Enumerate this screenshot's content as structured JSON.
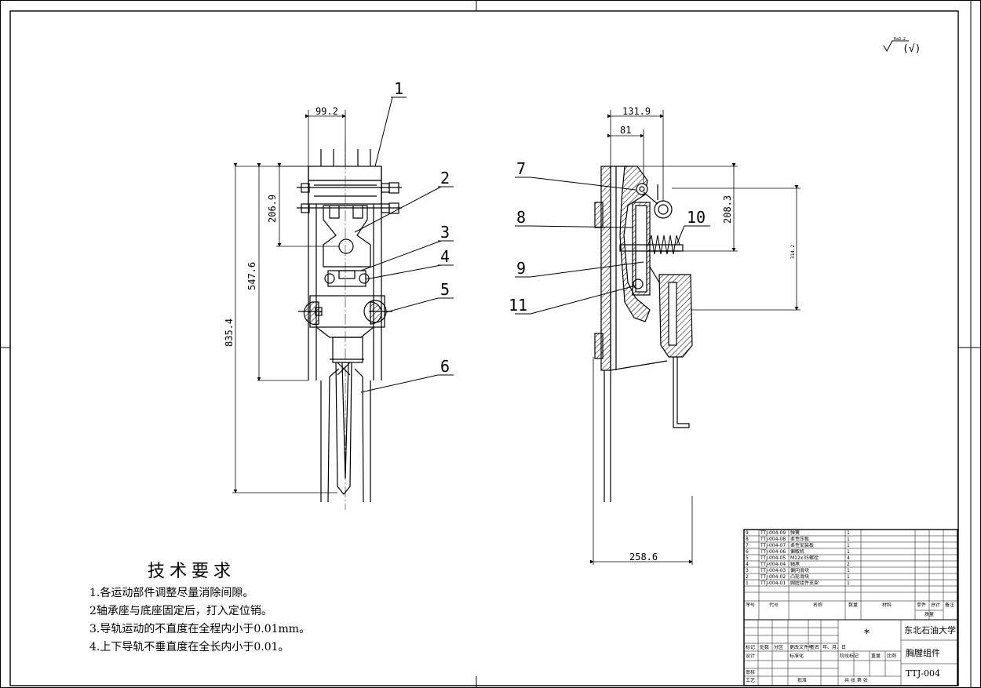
{
  "surface_symbol": "(√)",
  "surface_ra": "Ra3.2",
  "dimensions": {
    "d99": "99.2",
    "d206": "206.9",
    "d547": "547.6",
    "d835": "835.4",
    "d131": "131.9",
    "d81": "81",
    "d208": "208.3",
    "d314": "314.2",
    "d258": "258.6"
  },
  "balloons": [
    "1",
    "2",
    "3",
    "4",
    "5",
    "6",
    "7",
    "8",
    "9",
    "10",
    "11"
  ],
  "tech_requirements": {
    "title": "技术要求",
    "items": [
      "1.各运动部件调整尽量消除间隙。",
      "2轴承座与底座固定后，打入定位销。",
      "3.导轨运动的不直度在全程内小于0.01mm。",
      "4.上下导轨不垂直度在全长内小于0.01。"
    ]
  },
  "bom": {
    "rows": [
      {
        "no": "9",
        "code": "TTJ-004-09",
        "name": "弹簧",
        "qty": "1"
      },
      {
        "no": "8",
        "code": "TTJ-004-08",
        "name": "柔性压板",
        "qty": "1"
      },
      {
        "no": "7",
        "code": "TTJ-004-07",
        "name": "柔性安装板",
        "qty": "1"
      },
      {
        "no": "6",
        "code": "TTJ-004-06",
        "name": "偏敏机",
        "qty": "1"
      },
      {
        "no": "5",
        "code": "TTJ-004-05",
        "name": "M12x35螺栓",
        "qty": "4"
      },
      {
        "no": "4",
        "code": "TTJ-004-04",
        "name": "轴承",
        "qty": "2"
      },
      {
        "no": "3",
        "code": "TTJ-004-03",
        "name": "偏向滑块",
        "qty": "1"
      },
      {
        "no": "2",
        "code": "TTJ-004-02",
        "name": "凸轮滑块",
        "qty": "1"
      },
      {
        "no": "1",
        "code": "TTJ-004-01",
        "name": "胸膛组件支架",
        "qty": "1"
      }
    ],
    "header": {
      "no": "序号",
      "code": "代号",
      "name": "名称",
      "qty": "数量",
      "material": "材料",
      "unit": "单件",
      "total": "总计",
      "mass": "质量",
      "remark": "备注"
    }
  },
  "title_block": {
    "university": "东北石油大学",
    "drawing_name": "胸膛组件",
    "drawing_no": "TTJ-004",
    "star": "*",
    "labels": {
      "mark": "标记",
      "count": "处数",
      "zone": "分区",
      "change": "更改文件号",
      "sign": "签名",
      "date": "年、月、日",
      "design": "设计",
      "standard": "标准化",
      "stage": "阶段标记",
      "weight": "重量",
      "scale": "比例",
      "review": "审核",
      "process": "工艺",
      "approve": "批准",
      "sheets": "共 张 第 张"
    }
  }
}
